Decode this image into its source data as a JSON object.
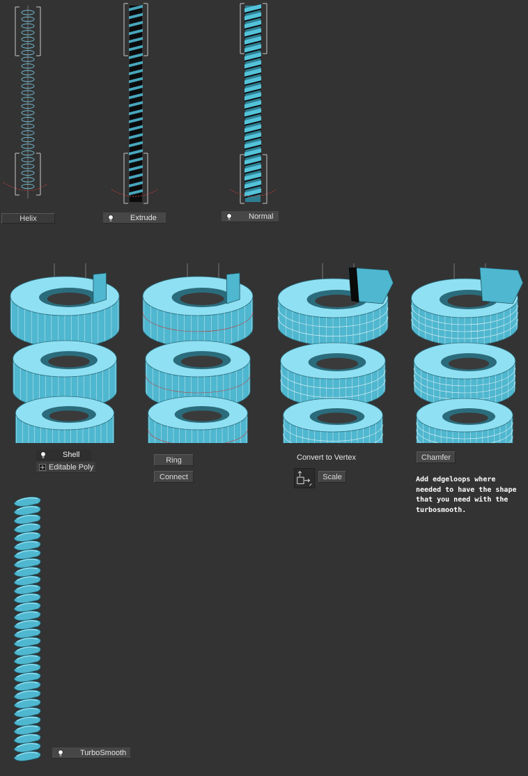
{
  "top_row": {
    "helix_label": "Helix",
    "extrude_label": "Extrude",
    "normal_label": "Normal"
  },
  "middle_row": {
    "shell_label": "Shell",
    "editable_poly_label": "Editable Poly",
    "ring_label": "Ring",
    "connect_label": "Connect",
    "convert_label": "Convert to Vertex",
    "scale_label": "Scale",
    "chamfer_label": "Chamfer",
    "note": "Add edgeloops where\nneeded to have the shape\nthat you need with the\nturbosmooth."
  },
  "bottom_row": {
    "turbosmooth_label": "TurboSmooth"
  },
  "colors": {
    "background": "#333333",
    "mesh_blue": "#4fb7cf",
    "mesh_light": "#8fe0f2",
    "wire": "#e8f7fb",
    "helix_line": "#6fb6cc",
    "gizmo_red": "#c23b3b",
    "bracket": "#c8c8c8"
  },
  "icons": [
    "lightbulb-icon",
    "editable-poly-icon",
    "scale-tool-icon"
  ]
}
